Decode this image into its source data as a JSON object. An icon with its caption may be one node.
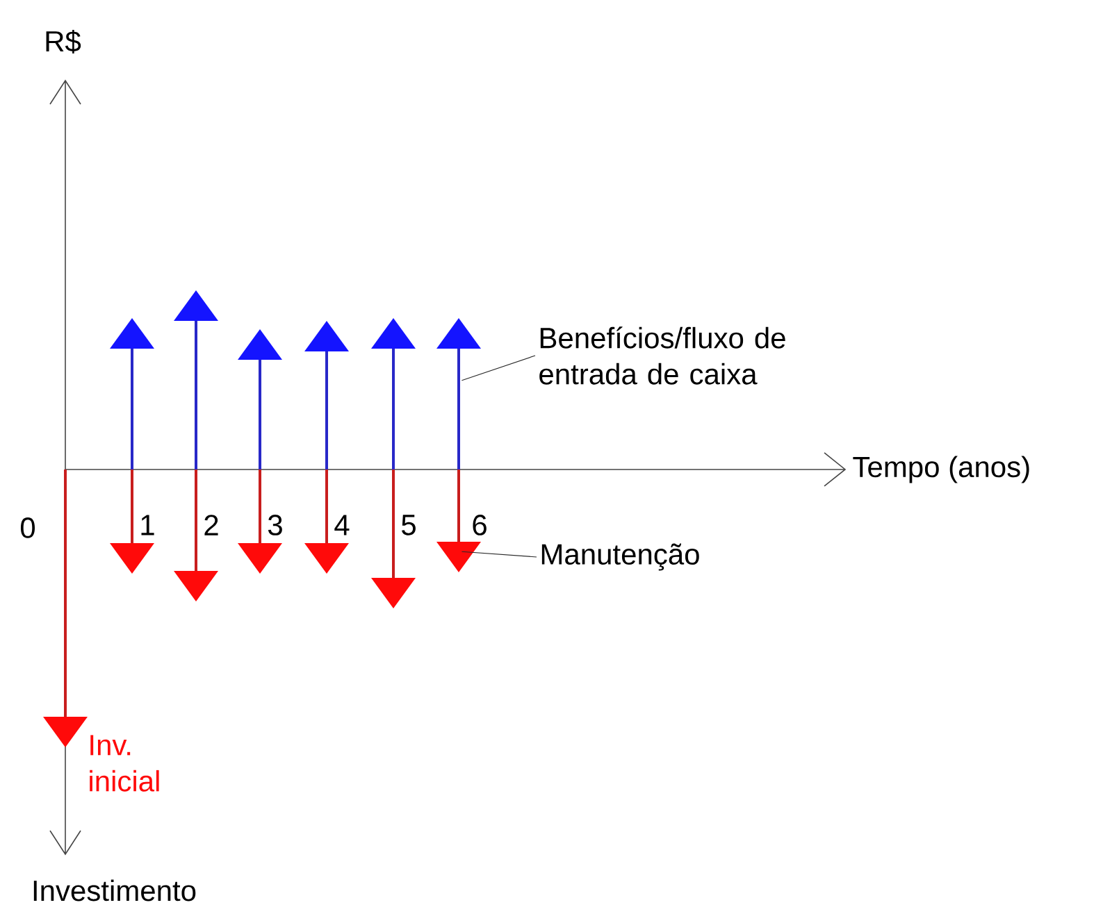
{
  "diagram": {
    "nodes": [
      {
        "text": [
          "Benefícios/fluxo de entrada de caixa"
        ]
      },
      {
        "text": [
          "Manutenção"
        ]
      },
      {
        "text": [],
        "shape": "arrow"
      },
      {
        "text": [],
        "shape": "arrow"
      },
      {
        "text": [],
        "shape": "arrow"
      },
      {
        "text": [],
        "shape": "arrow"
      },
      {
        "text": [],
        "shape": "arrow"
      },
      {
        "text": [],
        "shape": "arrow"
      },
      {
        "text": [],
        "shape": "arrow"
      },
      {
        "text": [],
        "shape": "arrow"
      },
      {
        "text": [],
        "shape": "arrow"
      },
      {
        "text": [],
        "shape": "arrow"
      },
      {
        "text": [],
        "shape": "arrow"
      },
      {
        "text": [],
        "shape": "arrow"
      },
      {
        "text": [],
        "shape": "arrow"
      }
    ],
    "edges": [
      {
        "from": 0,
        "to": 13,
        "arrow": "none"
      },
      {
        "from": 1,
        "to": 14,
        "arrow": "none"
      }
    ],
    "labels": [
      "R$",
      "Tempo (anos)",
      "0",
      "1",
      "2",
      "3",
      "4",
      "5",
      "6",
      "Inv. inicial",
      "Investimento"
    ]
  }
}
